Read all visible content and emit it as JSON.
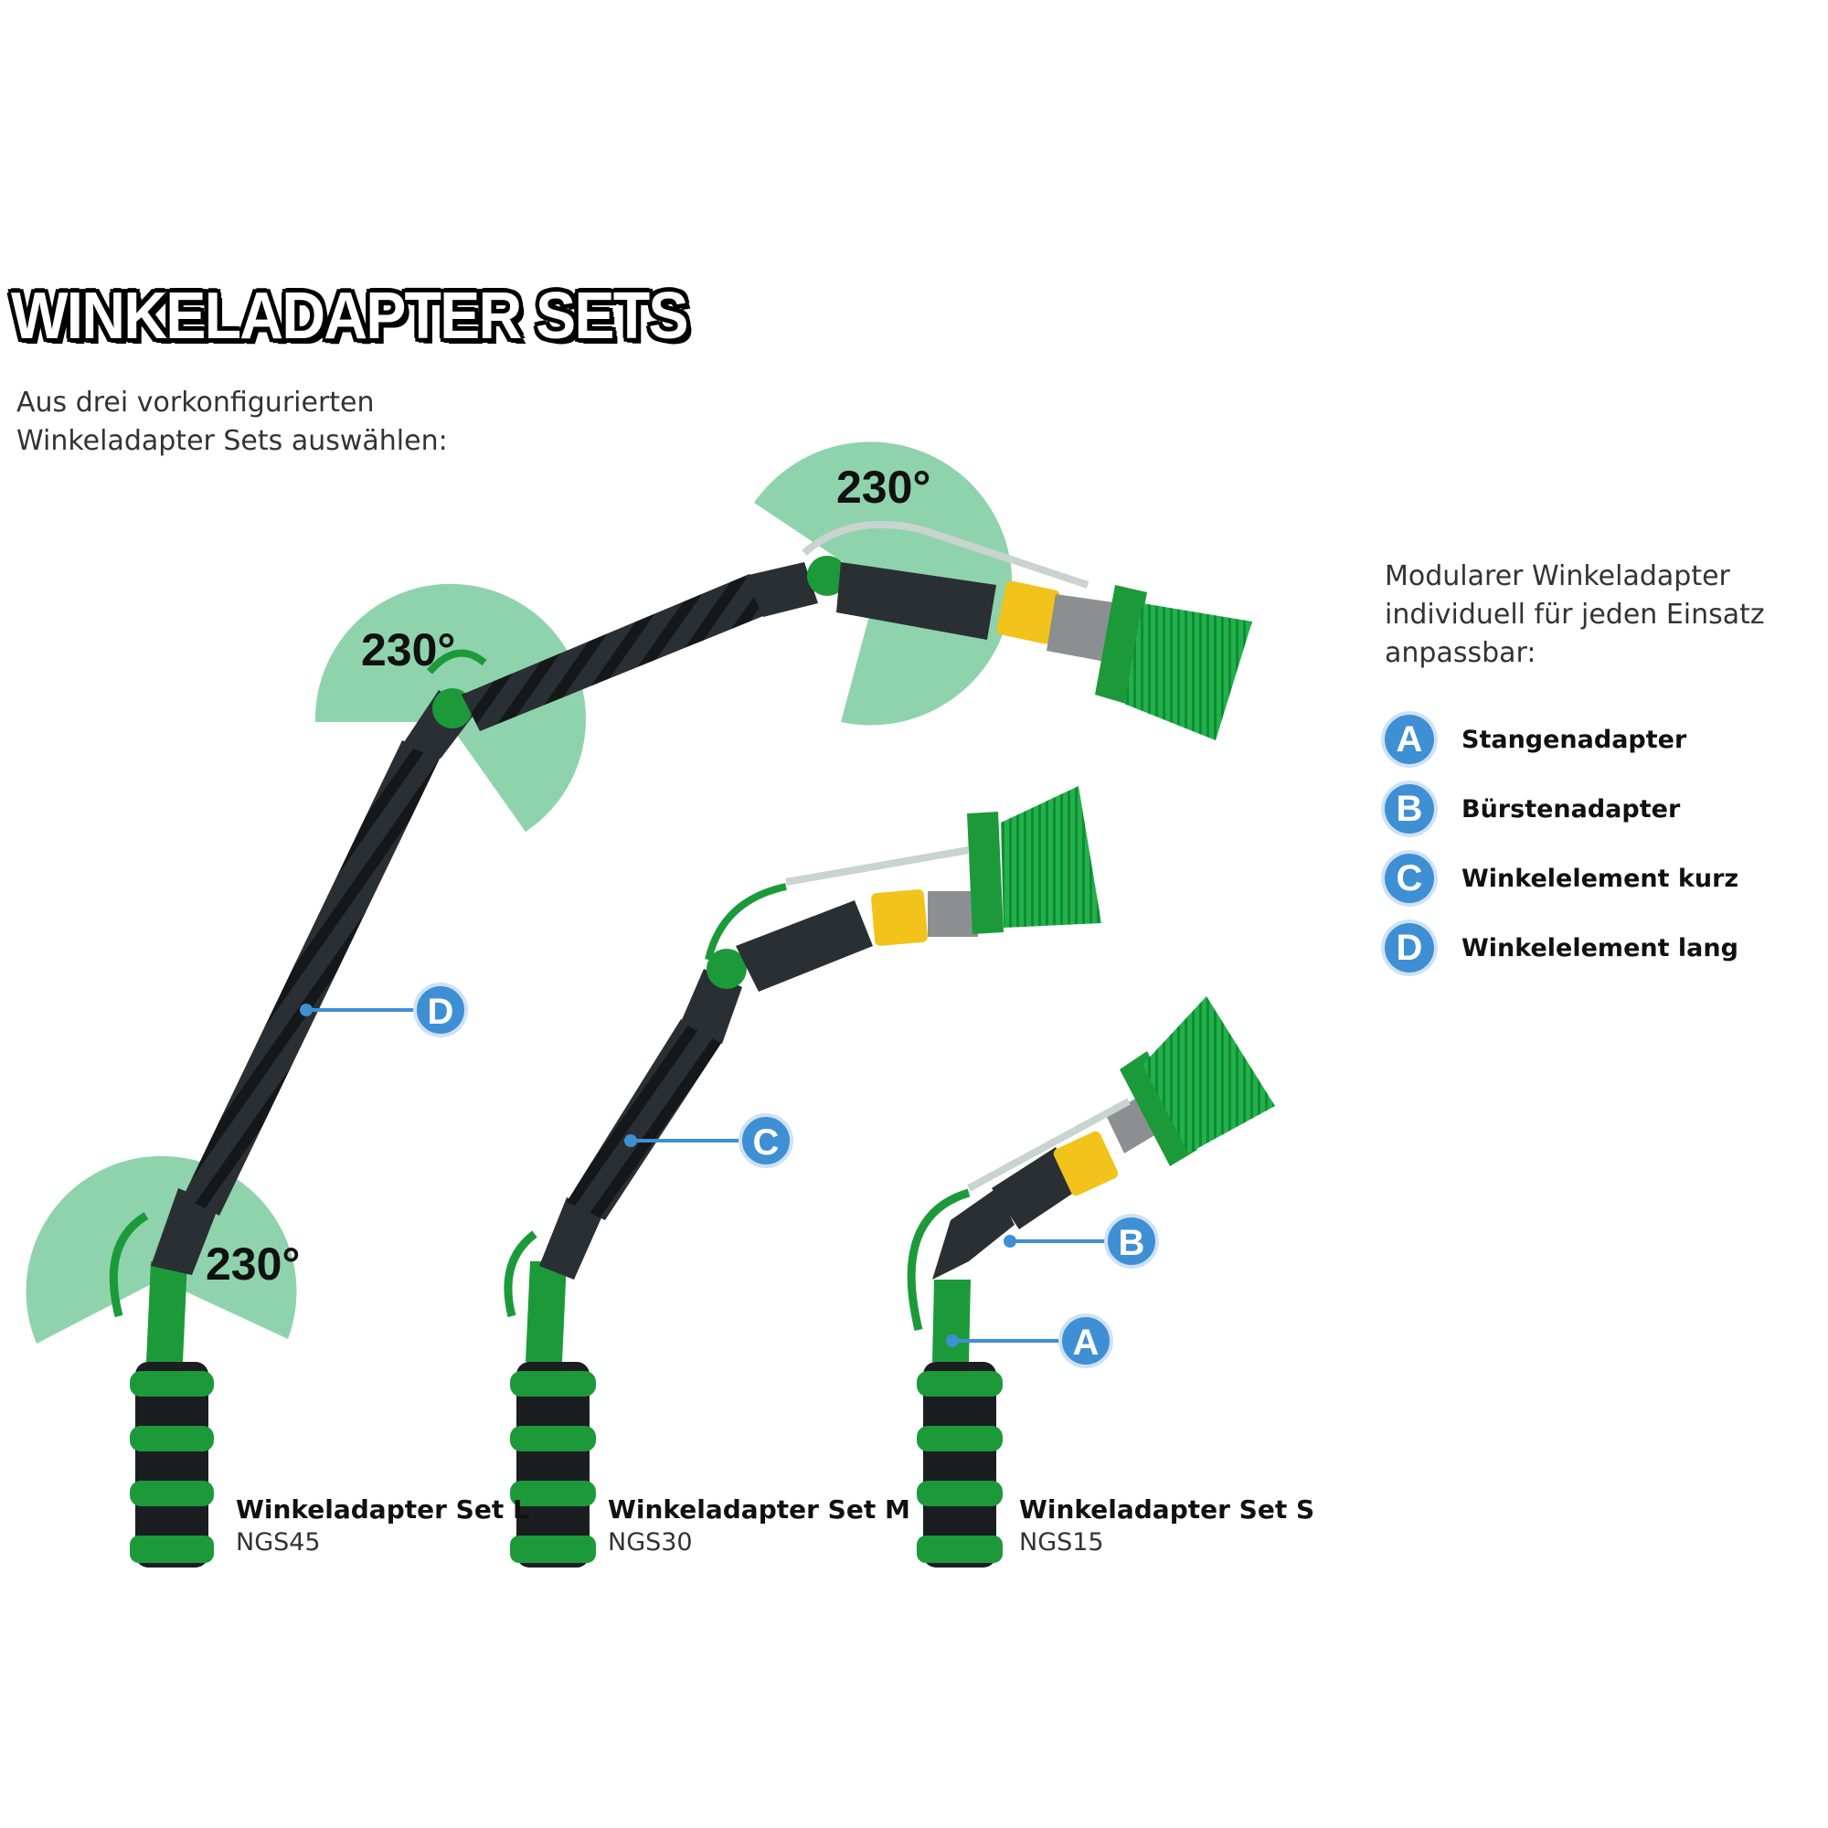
{
  "header": {
    "title": "WINKELADAPTER SETS",
    "intro_line1": "Aus drei vorkonfigurierten",
    "intro_line2": "Winkeladapter Sets auswählen:"
  },
  "modular": {
    "line1": "Modularer Winkeladapter",
    "line2": "individuell für jeden Einsatz",
    "line3": "anpassbar:"
  },
  "legend": [
    {
      "letter": "A",
      "label": "Stangenadapter"
    },
    {
      "letter": "B",
      "label": "Bürstenadapter"
    },
    {
      "letter": "C",
      "label": "Winkelelement kurz"
    },
    {
      "letter": "D",
      "label": "Winkelelement lang"
    }
  ],
  "angles": {
    "top": "230°",
    "middle": "230°",
    "bottom": "230°"
  },
  "callouts": {
    "d": "D",
    "c": "C",
    "b": "B",
    "a": "A"
  },
  "sets": [
    {
      "name": "Winkeladapter Set L",
      "code": "NGS45"
    },
    {
      "name": "Winkeladapter Set M",
      "code": "NGS30"
    },
    {
      "name": "Winkeladapter Set S",
      "code": "NGS15"
    }
  ],
  "colors": {
    "angle_fill": "#8fd3ad",
    "badge_blue": "#3f8fd4",
    "pole_dark": "#2a2f33",
    "green": "#1c9a3a",
    "brush_green": "#1fb24a",
    "yellow": "#f2c31b"
  }
}
